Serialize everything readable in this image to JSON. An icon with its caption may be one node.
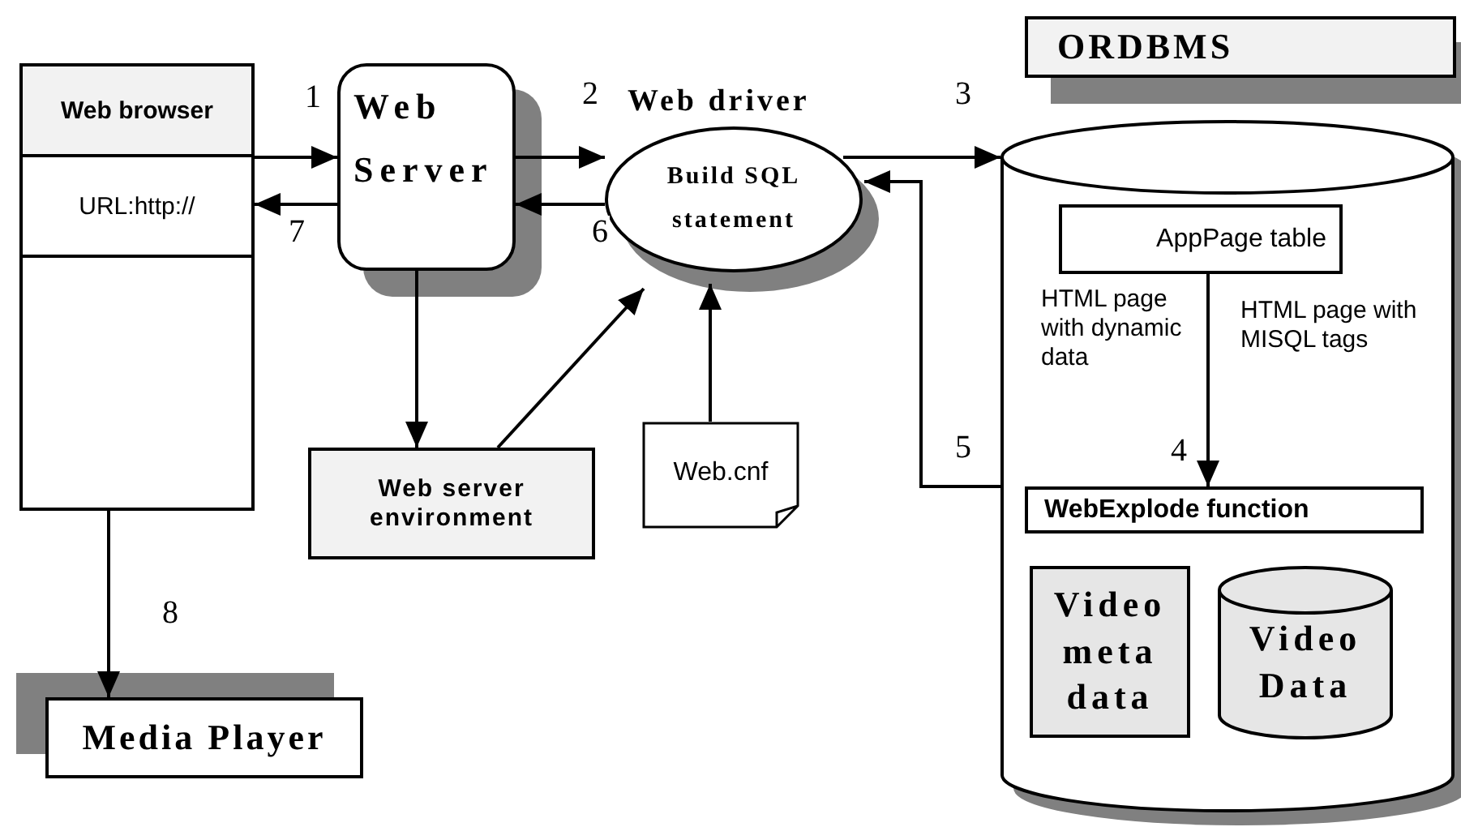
{
  "diagram": {
    "nodes": [
      {
        "text": [
          "Web browser",
          "URL:http://"
        ]
      },
      {
        "text": [
          "Web Server"
        ]
      },
      {
        "text": [
          "Web driver",
          "Build SQL statement"
        ]
      },
      {
        "text": [
          "Web server environment"
        ]
      },
      {
        "text": [
          "Web.cnf"
        ]
      },
      {
        "text": [
          "ORDBMS"
        ]
      },
      {
        "text": [],
        "shape": "cylinder"
      },
      {
        "text": [
          "AppPage table"
        ],
        "in": 6
      },
      {
        "text": [
          "WebExplode function"
        ],
        "in": 6
      },
      {
        "text": [
          "Video meta data"
        ],
        "in": 6
      },
      {
        "text": [
          "Video Data"
        ],
        "in": 6
      },
      {
        "text": [
          "Media Player"
        ]
      }
    ],
    "edges": [
      {
        "from": 0,
        "to": 1,
        "arrow": "to",
        "label": "1"
      },
      {
        "from": 1,
        "to": 2,
        "arrow": "to",
        "label": "2"
      },
      {
        "from": 2,
        "to": 6,
        "arrow": "to",
        "label": "3"
      },
      {
        "from": 7,
        "to": 8,
        "arrow": "to",
        "label": "4"
      },
      {
        "from": 6,
        "to": 2,
        "arrow": "to",
        "label": "5"
      },
      {
        "from": 2,
        "to": 1,
        "arrow": "to",
        "label": "6"
      },
      {
        "from": 1,
        "to": 0,
        "arrow": "to",
        "label": "7"
      },
      {
        "from": 0,
        "to": 11,
        "arrow": "to",
        "label": "8"
      },
      {
        "from": 1,
        "to": 3,
        "arrow": "to"
      },
      {
        "from": 3,
        "to": 2,
        "arrow": "to"
      },
      {
        "from": 4,
        "to": 2,
        "arrow": "to"
      }
    ],
    "labels": [
      "HTML page with dynamic data",
      "HTML page with MISQL tags"
    ]
  }
}
